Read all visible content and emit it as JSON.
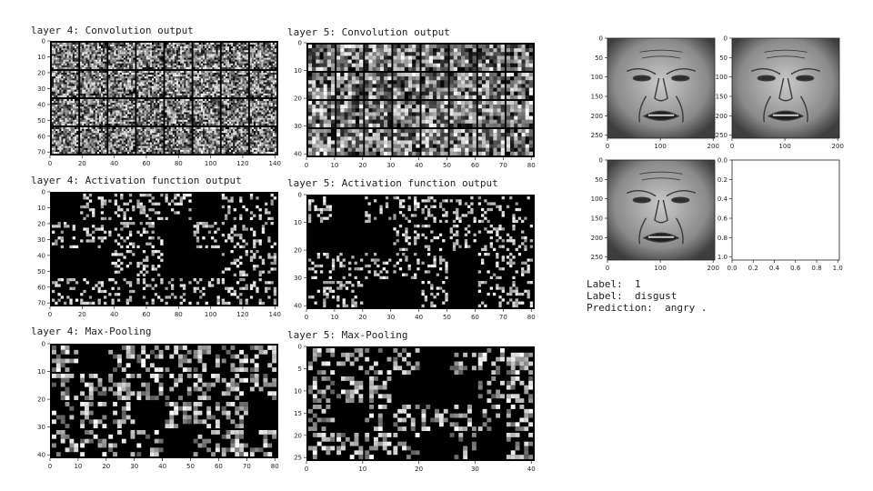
{
  "titles": {
    "l4_conv": "layer 4: Convolution output",
    "l5_conv": "layer 5: Convolution output",
    "l4_act": "layer 4: Activation function output",
    "l5_act": "layer 5: Activation function output",
    "l4_pool": "layer 4: Max-Pooling",
    "l5_pool": "layer 5: Max-Pooling"
  },
  "panels": {
    "l4_conv": {
      "xticks": [
        "0",
        "20",
        "40",
        "60",
        "80",
        "100",
        "120",
        "140"
      ],
      "yticks": [
        "0",
        "10",
        "20",
        "30",
        "40",
        "50",
        "60",
        "70"
      ],
      "kind": "conv"
    },
    "l5_conv": {
      "xticks": [
        "0",
        "10",
        "20",
        "30",
        "40",
        "50",
        "60",
        "70",
        "80"
      ],
      "yticks": [
        "0",
        "10",
        "20",
        "30",
        "40"
      ],
      "kind": "conv"
    },
    "l4_act": {
      "xticks": [
        "0",
        "20",
        "40",
        "60",
        "80",
        "100",
        "120",
        "140"
      ],
      "yticks": [
        "0",
        "10",
        "20",
        "30",
        "40",
        "50",
        "60",
        "70"
      ],
      "kind": "act"
    },
    "l5_act": {
      "xticks": [
        "0",
        "10",
        "20",
        "30",
        "40",
        "50",
        "60",
        "70",
        "80"
      ],
      "yticks": [
        "0",
        "10",
        "20",
        "30",
        "40"
      ],
      "kind": "act"
    },
    "l4_pool": {
      "xticks": [
        "0",
        "10",
        "20",
        "30",
        "40",
        "50",
        "60",
        "70",
        "80"
      ],
      "yticks": [
        "0",
        "10",
        "20",
        "30",
        "40"
      ],
      "kind": "pool"
    },
    "l5_pool": {
      "xticks": [
        "0",
        "10",
        "20",
        "30",
        "40"
      ],
      "yticks": [
        "0",
        "5",
        "10",
        "15",
        "20",
        "25"
      ],
      "kind": "pool"
    }
  },
  "faces": {
    "face1": {
      "xticks": [
        "0",
        "100",
        "200"
      ],
      "yticks": [
        "0",
        "50",
        "100",
        "150",
        "200",
        "250"
      ]
    },
    "face2": {
      "xticks": [
        "0",
        "100",
        "200"
      ],
      "yticks": [
        "0",
        "50",
        "100",
        "150",
        "200",
        "250"
      ]
    },
    "face3": {
      "xticks": [
        "0",
        "100",
        "200"
      ],
      "yticks": [
        "0",
        "50",
        "100",
        "150",
        "200",
        "250"
      ]
    },
    "empty": {
      "xticks": [
        "0.0",
        "0.2",
        "0.4",
        "0.6",
        "0.8",
        "1.0"
      ],
      "yticks": [
        "0.0",
        "0.2",
        "0.4",
        "0.6",
        "0.8",
        "1.0"
      ]
    }
  },
  "info": {
    "label_num": "Label:  1",
    "label_name": "Label:  disgust",
    "prediction": "Prediction:  angry ."
  },
  "colors": {
    "background": "#ffffff",
    "map_bg": "#000000"
  }
}
